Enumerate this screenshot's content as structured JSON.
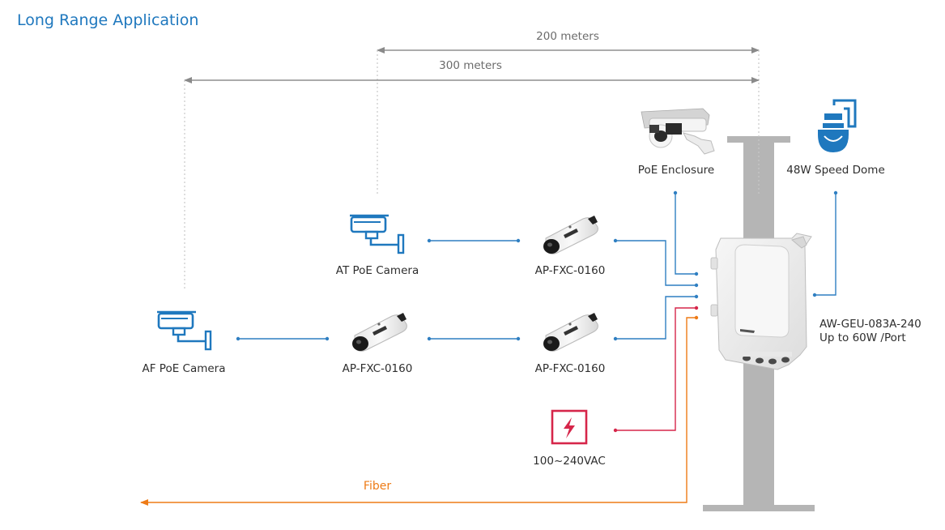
{
  "title": "Long Range Application",
  "distances": {
    "d200": "200 meters",
    "d300": "300 meters"
  },
  "devices": {
    "poe_enclosure": "PoE Enclosure",
    "speed_dome": "48W Speed Dome",
    "at_camera": "AT PoE Camera",
    "af_camera": "AF PoE Camera",
    "fxc_top": "AP-FXC-0160",
    "fxc_mid_left": "AP-FXC-0160",
    "fxc_mid_right": "AP-FXC-0160",
    "power": "100~240VAC",
    "switch_model": "AW-GEU-083A-240",
    "switch_power": "Up to 60W /Port",
    "fiber": "Fiber"
  },
  "colors": {
    "title": "#1f78be",
    "ethernet": "#2f7fc2",
    "power": "#d6264a",
    "fiber": "#ee7b16",
    "dimension": "#8a8a8a",
    "pole": "#b5b5b5",
    "icon_blue": "#1f78be"
  },
  "icons": [
    "bullet-camera-icon",
    "speed-dome-icon",
    "enclosure-camera-icon",
    "media-converter-icon",
    "power-icon",
    "outdoor-switch-icon"
  ]
}
